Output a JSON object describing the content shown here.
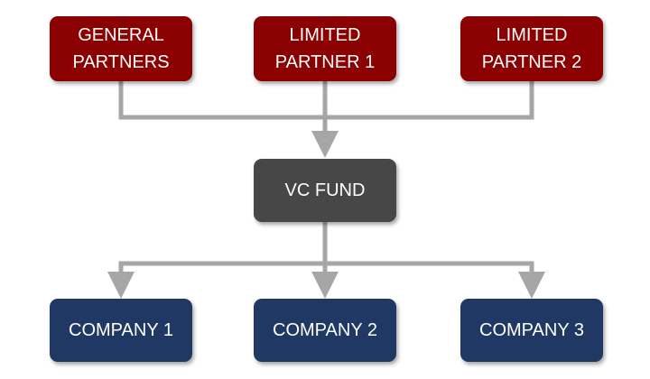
{
  "diagram": {
    "partners": [
      {
        "label": "GENERAL\nPARTNERS"
      },
      {
        "label": "LIMITED\nPARTNER 1"
      },
      {
        "label": "LIMITED\nPARTNER 2"
      }
    ],
    "fund": {
      "label": "VC FUND"
    },
    "companies": [
      {
        "label": "COMPANY 1"
      },
      {
        "label": "COMPANY 2"
      },
      {
        "label": "COMPANY 3"
      }
    ],
    "colors": {
      "partner": "#8b0000",
      "fund": "#474747",
      "company": "#1f3864",
      "connector": "#a6a6a6"
    }
  }
}
